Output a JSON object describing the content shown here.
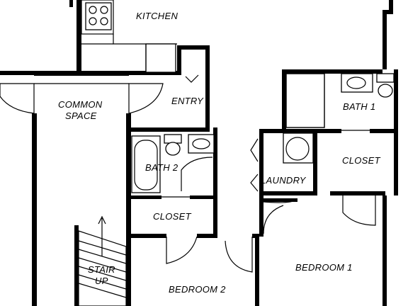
{
  "rooms": {
    "kitchen": "KITCHEN",
    "common_space_line1": "COMMON",
    "common_space_line2": "SPACE",
    "entry": "ENTRY",
    "bath1": "BATH 1",
    "bath2": "BATH 2",
    "closet_right": "CLOSET",
    "closet_left": "CLOSET",
    "laundry": "LAUNDRY",
    "stair_line1": "STAIR",
    "stair_line2": "UP",
    "bedroom1": "BEDROOM 1",
    "bedroom2": "BEDROOM 2"
  }
}
